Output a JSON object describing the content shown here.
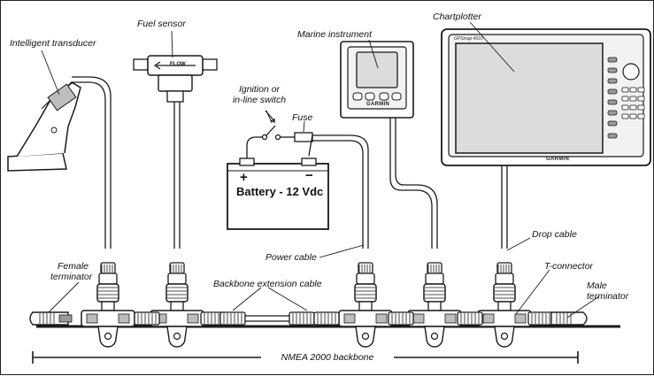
{
  "labels": {
    "intelligent_transducer": "Intelligent transducer",
    "fuel_sensor": "Fuel sensor",
    "ignition_switch_line1": "Ignition or",
    "ignition_switch_line2": "in-line switch",
    "fuse": "Fuse",
    "marine_instrument": "Marine instrument",
    "chartplotter": "Chartplotter",
    "battery": "Battery - 12 Vdc",
    "battery_plus": "+",
    "battery_minus": "−",
    "power_cable": "Power cable",
    "drop_cable": "Drop cable",
    "female_terminator_line1": "Female",
    "female_terminator_line2": "terminator",
    "backbone_extension_cable": "Backbone extension cable",
    "t_connector": "T-connector",
    "male_terminator_line1": "Male",
    "male_terminator_line2": "terminator",
    "nmea_backbone": "NMEA 2000 backbone"
  },
  "devices": {
    "instrument_brand": "GARMIN",
    "chartplotter_brand": "GARMIN",
    "chartplotter_model": "GPSmap 4010",
    "fuel_sensor_flow": "FLOW"
  },
  "colors": {
    "line": "#1a1a1a",
    "fill": "#ffffff",
    "screen": "#dcdcdc",
    "device_body": "#f2f2f2",
    "connector_shade": "#9a9a9a"
  },
  "icons": [
    "fuel-sensor-icon",
    "transducer-icon",
    "switch-icon",
    "fuse-icon",
    "battery-icon"
  ]
}
